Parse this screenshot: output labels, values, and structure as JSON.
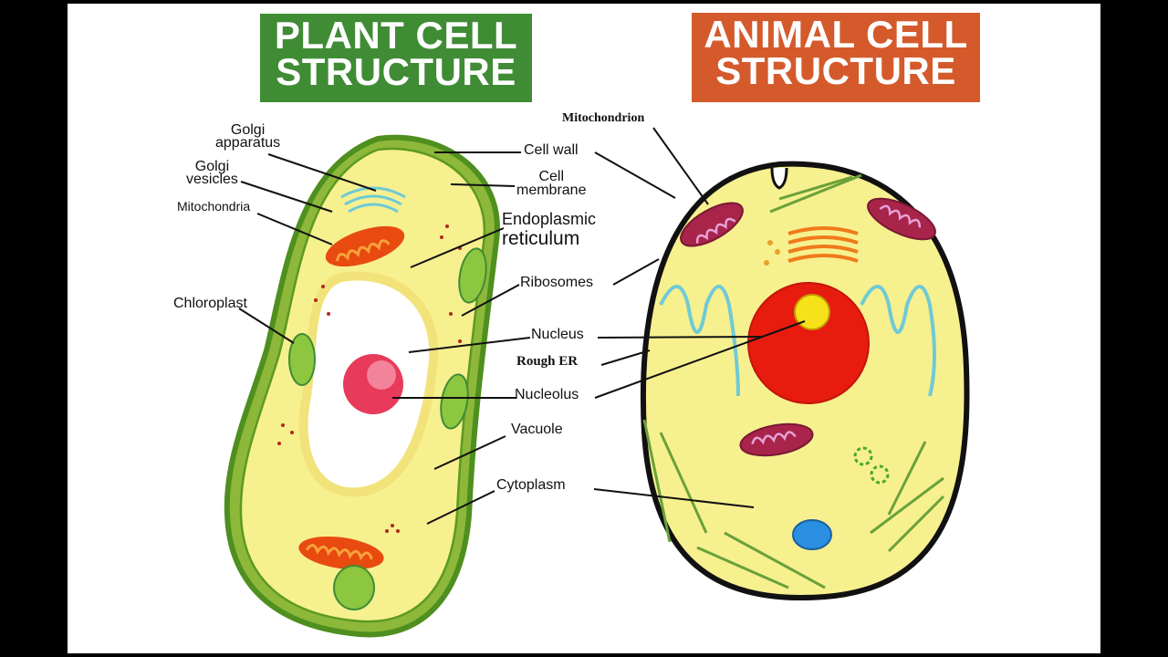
{
  "plant": {
    "title_line1": "PLANT CELL",
    "title_line2": "STRUCTURE",
    "banner_color": "#3f8c35",
    "labels": {
      "golgi_line1": "Golgi",
      "golgi_line2": "apparatus",
      "vesicles_line1": "Golgi",
      "vesicles_line2": "vesicles",
      "mitochondria": "Mitochondria",
      "chloroplast": "Chloroplast"
    }
  },
  "animal": {
    "title_line1": "ANIMAL CELL",
    "title_line2": "STRUCTURE",
    "banner_color": "#d45a2c",
    "labels": {
      "mitochondrion": "Mitochondrion"
    }
  },
  "shared_labels": {
    "cell_wall": "Cell wall",
    "cell_membrane_line1": "Cell",
    "cell_membrane_line2": "membrane",
    "er_line1": "Endoplasmic",
    "er_line2": "reticulum",
    "ribosomes": "Ribosomes",
    "nucleus": "Nucleus",
    "rough_er": "Rough ER",
    "nucleolus": "Nucleolus",
    "vacuole": "Vacuole",
    "cytoplasm": "Cytoplasm"
  },
  "colors": {
    "cell_wall": "#4f8f1f",
    "cytoplasm": "#f7f08f",
    "nucleus": "#e81b0f",
    "mitochondria": "#e84a10",
    "chloroplast": "#8dc63f",
    "rough_er": "#6fcad6"
  }
}
